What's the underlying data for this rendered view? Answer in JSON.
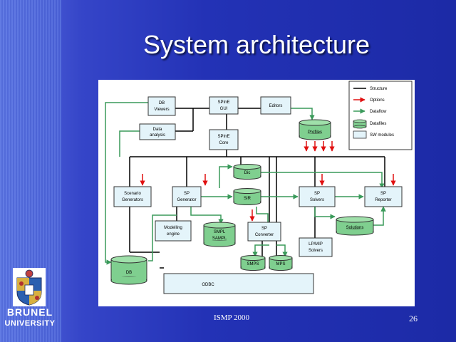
{
  "slide": {
    "title": "System architecture",
    "footer": "ISMP 2000",
    "page_number": "26",
    "logo_line1": "BRUNEL",
    "logo_line2": "UNIVERSITY"
  },
  "legend": {
    "structure": "Structure",
    "options": "Options",
    "dataflow": "Dataflow",
    "datafiles": "Datafiles",
    "sw_modules": "SW modules"
  },
  "nodes": {
    "db_viewers": [
      "DB",
      "Viewers"
    ],
    "spine_gui": [
      "SPInE",
      "GUI"
    ],
    "editors": [
      "Editors"
    ],
    "data_analysis": [
      "Data",
      "analysis"
    ],
    "spine_core": [
      "SPInE",
      "Core"
    ],
    "profiles": [
      "Profiles"
    ],
    "dic": [
      "Dic"
    ],
    "scenario_generators": [
      "Scenario",
      "Generators"
    ],
    "sp_generator": [
      "SP",
      "Generator"
    ],
    "sir": [
      "SIR"
    ],
    "sp_solvers": [
      "SP",
      "Solvers"
    ],
    "sp_reporter": [
      "SP",
      "Reporter"
    ],
    "modelling_engine": [
      "Modelling",
      "engine"
    ],
    "smpl": [
      "SMPL",
      "SAMPL"
    ],
    "sp_converter": [
      "SP",
      "Converter"
    ],
    "solutions": [
      "Solutions"
    ],
    "lp_mip_solvers": [
      "LP/MIP",
      "Solvers"
    ],
    "smps": [
      "SMPS"
    ],
    "mps": [
      "MPS"
    ],
    "db": [
      "DB"
    ],
    "odbc": [
      "ODBC"
    ]
  },
  "colors": {
    "structure": "#000000",
    "options": "#e01010",
    "dataflow": "#3a9a5a",
    "datafile_fill": "#7fcf8f",
    "module_fill": "#e4f4fa"
  }
}
